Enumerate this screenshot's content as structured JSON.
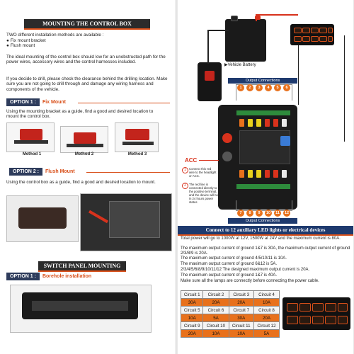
{
  "left": {
    "title": "MOUNTING THE CONTROL BOX",
    "intro": "TWO different installation methods are available :",
    "bullets": [
      "Fix mount bracket",
      "Flush mount"
    ],
    "para1": "The ideal mounting of the control box should low for an unobstructed path for the power wires, accessory wires and the control harnesses included.",
    "para2": "If you decide to drill, please check the clearance behind the drilling location. Make sure you are not going to drill through and damage any wiring harness and components of the vehicle.",
    "option1": {
      "label": "OPTION 1 :",
      "name": "Fix Mount",
      "text": "Using the mounting bracket as a guide, find a good and desired location to mount the control box."
    },
    "methods": [
      "Method 1",
      "Method 2",
      "Method 3"
    ],
    "option2": {
      "label": "OPTION 2 :",
      "name": "Flush Mount",
      "text": "Using the control box as a guide, find a good and desired location to mount."
    },
    "switch_title": "SWITCH PANEL MOUNTING",
    "switch_option": {
      "label": "OPTION 1 :",
      "name": "Borehole installation"
    }
  },
  "right": {
    "battery_label": "Vehicle Battery",
    "output_label": "Output Connections",
    "acc_label": "ACC",
    "note1": "Connect this red wire to the headlight or ACC.",
    "note2": "The red line is connected directly to the positive terminal, and the device will be in 24 hours power status",
    "circles_top": [
      "1",
      "2",
      "3",
      "4",
      "5",
      "6"
    ],
    "circles_bottom": [
      "7",
      "8",
      "9",
      "10",
      "11",
      "12"
    ],
    "connect_title": "Connect to 12 auxiliary LED lights or electrical devices",
    "lines": [
      "Total power will go to 1000W at 12V, 1500W at 24V and the maximum current is 80A.",
      "The maximum output current of ground 1&7 is 30A, the maximum output current of ground 2/3/8/9 is 20A.",
      "The maximum output current of ground 4/5/10/11 is 10A.",
      "The maximum output current of ground 6&12 is 5A.",
      "2/3/4/5/6/8/9/10/11/12 The designed maximum output current is 20A.",
      "The maximum output current of ground 1&7 is 40A.",
      "Make sure all the lamps are connectly before connecting the power cable."
    ],
    "table": {
      "rows": [
        {
          "circuits": [
            "Circuit 1",
            "Circuit 2",
            "Circuit 3",
            "Circuit 4"
          ],
          "amps": [
            "30A",
            "20A",
            "20A",
            "10A"
          ]
        },
        {
          "circuits": [
            "Circuit 5",
            "Circuit 6",
            "Circuit 7",
            "Circuit 8"
          ],
          "amps": [
            "10A",
            "5A",
            "30A",
            "20A"
          ]
        },
        {
          "circuits": [
            "Circuit 9",
            "Circuit 10",
            "Circuit 11",
            "Circuit 12"
          ],
          "amps": [
            "20A",
            "10A",
            "10A",
            "5A"
          ]
        }
      ]
    }
  },
  "colors": {
    "accent": "#d9501a",
    "orange_cell": "#e8711c",
    "header_dark": "#2b2b2b",
    "option_blue": "#2e3c5c",
    "connect_blue": "#1e3a6e"
  }
}
